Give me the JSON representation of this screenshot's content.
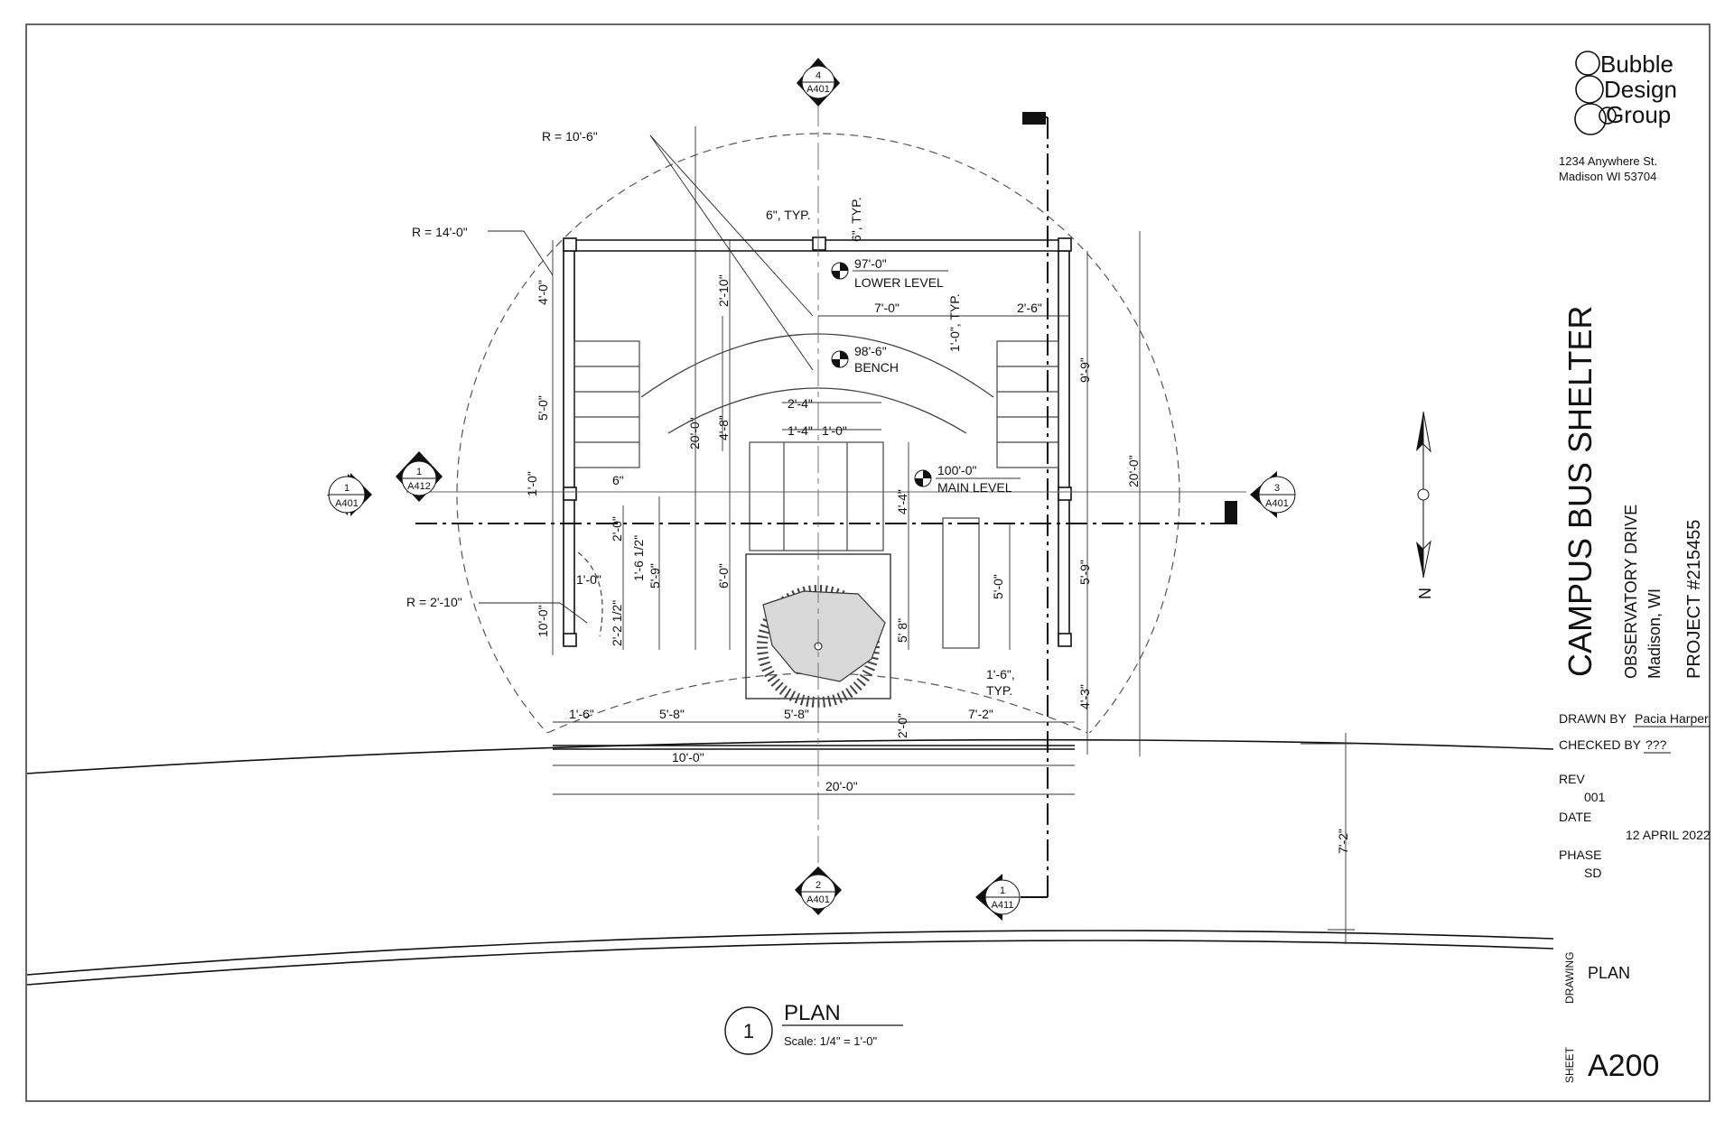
{
  "firm": {
    "name_line1": "Bubble",
    "name_line2": "Design",
    "name_line3": "Group",
    "address_line1": "1234 Anywhere St.",
    "address_line2": "Madison WI 53704"
  },
  "project": {
    "title": "CAMPUS BUS SHELTER",
    "street": "OBSERVATORY DRIVE",
    "city": "Madison, WI",
    "number": "PROJECT #215455"
  },
  "titleblock": {
    "drawn_by_label": "DRAWN BY",
    "drawn_by": "Pacia Harper",
    "checked_by_label": "CHECKED BY",
    "checked_by": "???",
    "rev_label": "REV",
    "rev": "001",
    "date_label": "DATE",
    "date": "12 APRIL 2022",
    "phase_label": "PHASE",
    "phase": "SD",
    "drawing_label": "DRAWING",
    "drawing": "PLAN",
    "sheet_label": "SHEET",
    "sheet": "A200"
  },
  "view": {
    "number": "1",
    "title": "PLAN",
    "scale": "Scale: 1/4\" = 1'-0\""
  },
  "north_label": "N",
  "levels": {
    "lower_elev": "97'-0\"",
    "lower_name": "LOWER LEVEL",
    "bench_elev": "98'-6\"",
    "bench_name": "BENCH",
    "main_elev": "100'-0\"",
    "main_name": "MAIN LEVEL"
  },
  "section_tags": {
    "top": {
      "num": "4",
      "sheet": "A401"
    },
    "left": {
      "num": "1",
      "sheet": "A401"
    },
    "left2": {
      "num": "1",
      "sheet": "A412"
    },
    "right": {
      "num": "3",
      "sheet": "A401"
    },
    "bottom": {
      "num": "2",
      "sheet": "A401"
    },
    "bottom2": {
      "num": "1",
      "sheet": "A411"
    }
  },
  "radii": {
    "r_large": "R = 14'-0\"",
    "r_mid": "R = 10'-6\"",
    "r_small": "R = 2'-10\""
  },
  "notes": {
    "typ_h": "6\", TYP.",
    "typ_v": "6\", TYP.",
    "typ_1_0": "1'-0\", TYP.",
    "typ_1_6_a": "1'-6\",",
    "typ_1_6_b": "TYP.",
    "six_in": "6\""
  },
  "dims": {
    "d_7_0": "7'-0\"",
    "d_2_6": "2'-6\"",
    "d_2_4": "2'-4\"",
    "d_1_4": "1'-4\"",
    "d_1_0a": "1'-0\"",
    "d_1_0b": "1'-0\"",
    "d_1_6": "1'-6\"",
    "d_5_8a": "5'-8\"",
    "d_5_8b": "5'-8\"",
    "d_7_2": "7'-2\"",
    "d_10_0": "10'-0\"",
    "d_20_0": "20'-0\"",
    "v_4_0": "4'-0\"",
    "v_5_0": "5'-0\"",
    "v_1_0": "1'-0\"",
    "v_10_0": "10'-0\"",
    "v_2_10": "2'-10\"",
    "v_20_0": "20'-0\"",
    "v_4_8": "4'-8\"",
    "v_6_0": "6'-0\"",
    "v_2_0a": "2'-0\"",
    "v_1_6_half": "1'-6 1/2\"",
    "v_5_9": "5'-9\"",
    "v_2_2_half": "2'-2 1/2\"",
    "v_4_4": "4'-4\"",
    "v_5_8": "5' 8\"",
    "v_5_0b": "5'-0\"",
    "v_2_0b": "2'-0\"",
    "v_9_9": "9'-9\"",
    "v_20_0r": "20'-0\"",
    "v_5_9r": "5'-9\"",
    "v_4_3": "4'-3\"",
    "v_7_2": "7'-2\""
  }
}
